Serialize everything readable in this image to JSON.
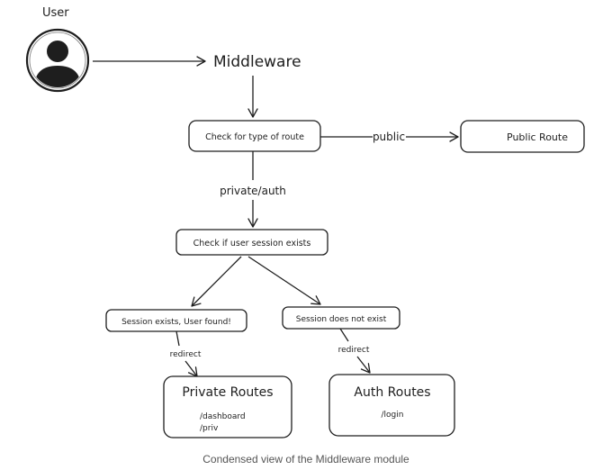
{
  "diagram": {
    "actor_label": "User",
    "middleware_label": "Middleware",
    "check_route_label": "Check for type of route",
    "public_edge_label": "public",
    "public_route_label": "Public Route",
    "private_edge_label": "private/auth",
    "check_session_label": "Check if user session exists",
    "session_found_label": "Session exists, User found!",
    "session_missing_label": "Session does not exist",
    "redirect_left_label": "redirect",
    "redirect_right_label": "redirect",
    "private_routes": {
      "title": "Private Routes",
      "paths": [
        "/dashboard",
        "/priv"
      ]
    },
    "auth_routes": {
      "title": "Auth Routes",
      "paths": [
        "/login"
      ]
    }
  },
  "caption": "Condensed view of the Middleware module",
  "colors": {
    "stroke": "#1e1e1e",
    "caption": "#555555"
  },
  "icons": {
    "user": "user-avatar-icon"
  }
}
